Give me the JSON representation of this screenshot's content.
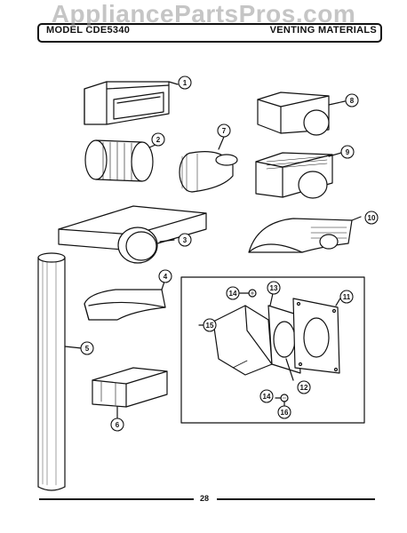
{
  "watermark": "AppliancePartsPros.com",
  "header": {
    "model": "MODEL CDE5340",
    "section": "VENTING MATERIALS"
  },
  "callouts": [
    "1",
    "2",
    "3",
    "4",
    "5",
    "6",
    "7",
    "8",
    "9",
    "10",
    "11",
    "12",
    "13",
    "14",
    "14",
    "15",
    "16"
  ],
  "footer": {
    "page_number": "28"
  },
  "colors": {
    "line": "#111111",
    "watermark": "#969696"
  }
}
